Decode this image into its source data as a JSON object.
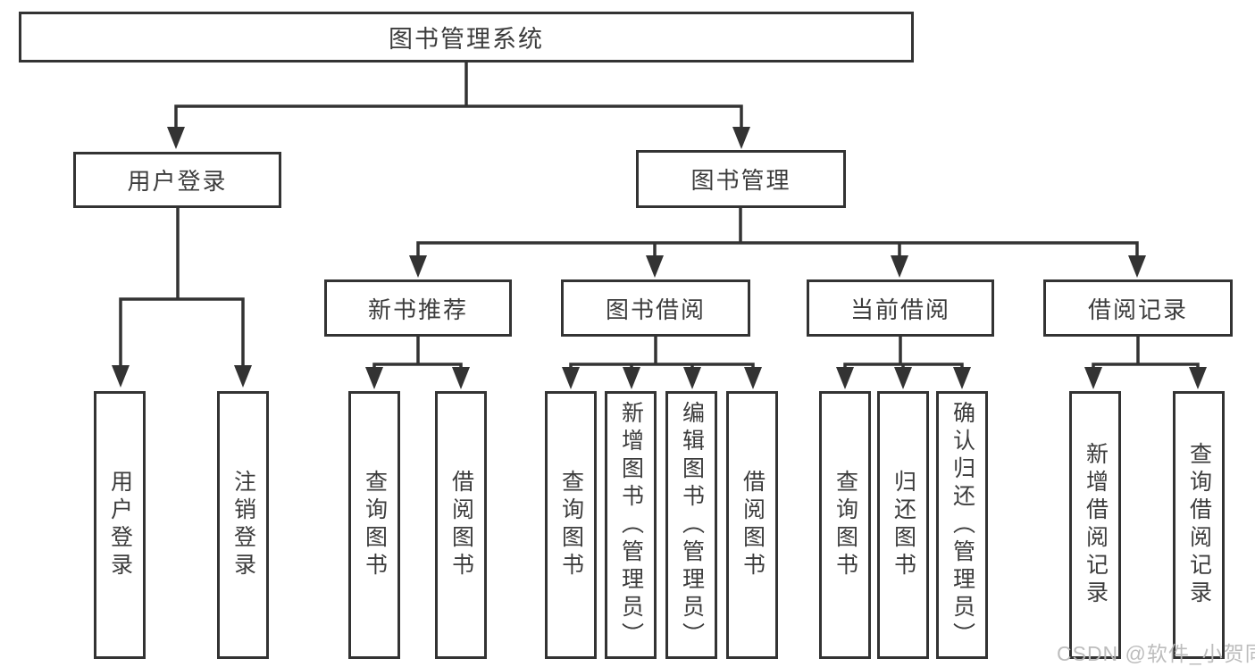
{
  "nodes": {
    "root": "图书管理系统",
    "level2": [
      "用户登录",
      "图书管理"
    ],
    "branches": [
      "新书推荐",
      "图书借阅",
      "当前借阅",
      "借阅记录"
    ],
    "leaves": [
      "用户登录",
      "注销登录",
      "查询图书",
      "借阅图书",
      "查询图书",
      "新增图书（管理员）",
      "编辑图书（管理员）",
      "借阅图书",
      "查询图书",
      "归还图书",
      "确认归还（管理员）",
      "新增借阅记录",
      "查询借阅记录"
    ]
  },
  "watermark": "CSDN @软件_小贺同学",
  "colors": {
    "line": "#333333",
    "box_border": "#333333",
    "text": "#3c3c3c",
    "background": "#ffffff",
    "watermark": "#b9b9b9"
  }
}
